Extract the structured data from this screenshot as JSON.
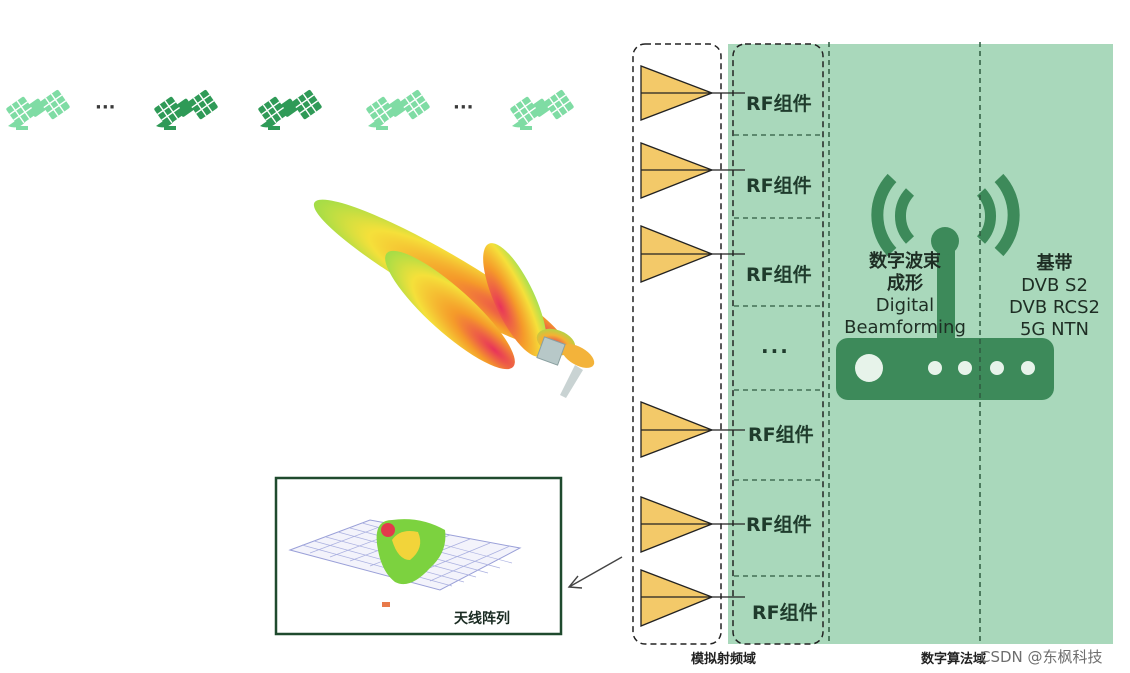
{
  "satellites": [
    {
      "color": "#6fd89a"
    },
    {
      "color": "#2f9a57"
    },
    {
      "color": "#2f9a57"
    },
    {
      "color": "#6fd89a"
    },
    {
      "color": "#6fd89a"
    }
  ],
  "satellite_ellipsis": [
    "···",
    "···"
  ],
  "rf_components": [
    "RF组件",
    "RF组件",
    "RF组件",
    "RF组件",
    "RF组件",
    "RF组件"
  ],
  "rf_ellipsis": "···",
  "digital_beamforming": {
    "line1": "数字波束",
    "line2": "成形",
    "line3": "Digital",
    "line4": "Beamforming"
  },
  "baseband": {
    "line1": "基带",
    "line2": "DVB S2",
    "line3": "DVB RCS2",
    "line4": "5G NTN"
  },
  "captions": {
    "analog_rf_domain": "模拟射频域",
    "digital_algorithm_domain": "数字算法域",
    "antenna_array": "天线阵列",
    "watermark": "CSDN @东枫科技"
  },
  "colors": {
    "panel": "#a9d8bb",
    "dashed": "#2e5a40",
    "triangle": "#f3c969",
    "icon": "#3d8a5a"
  }
}
